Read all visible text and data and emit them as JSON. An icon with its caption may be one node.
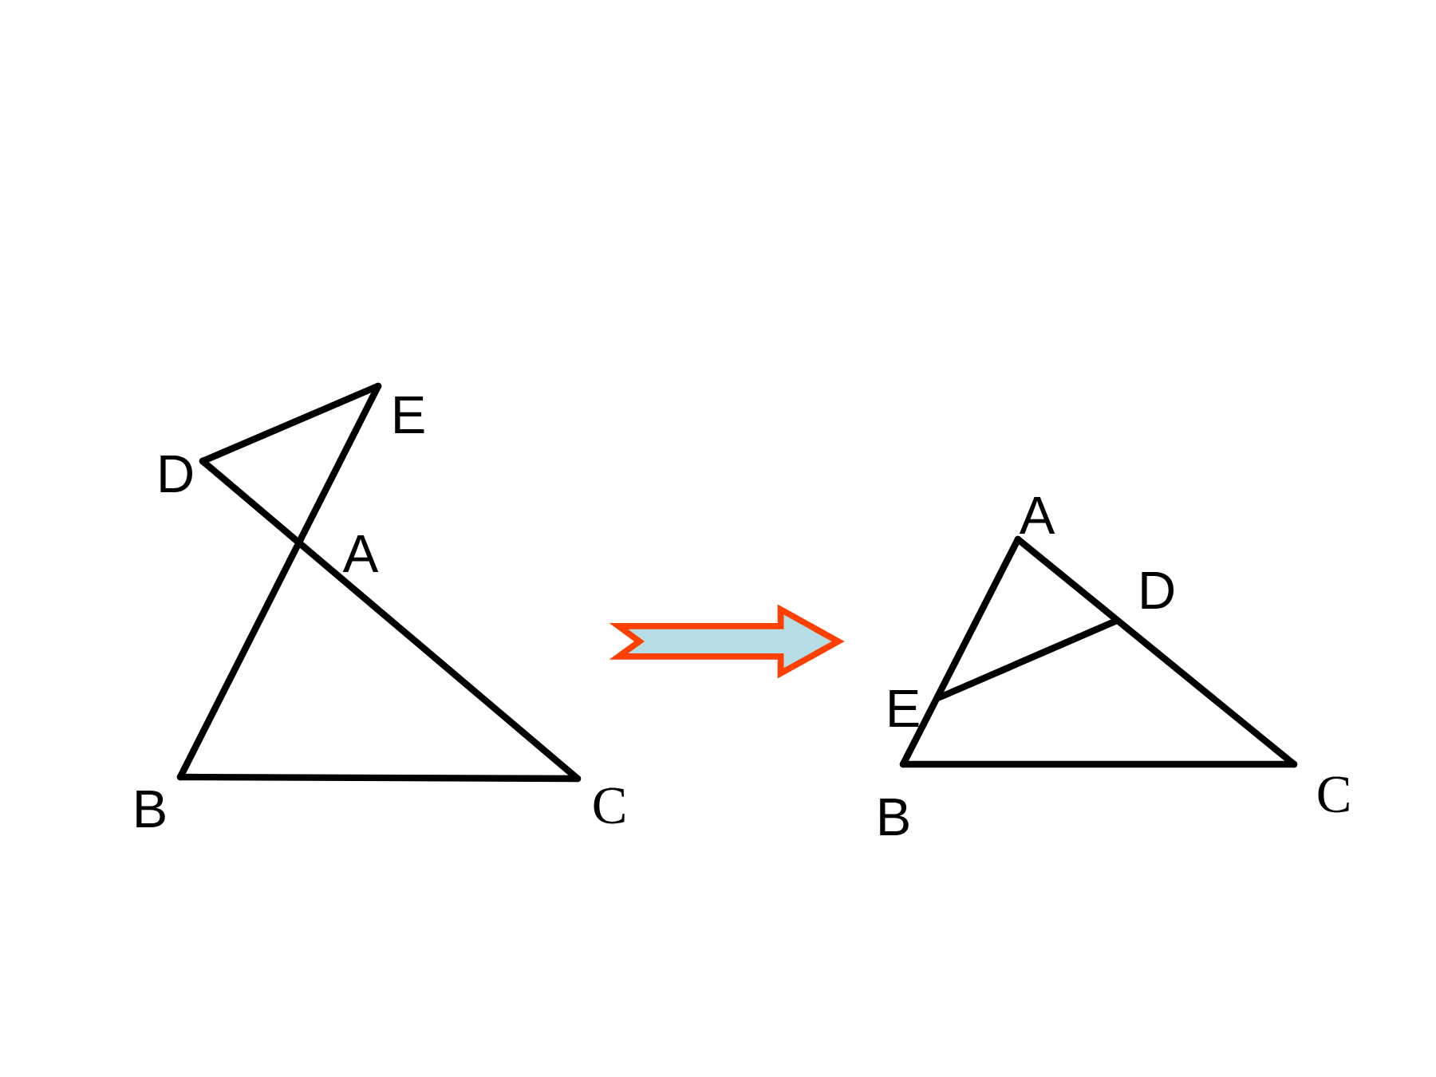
{
  "diagram": {
    "nodes": [
      {
        "text": [],
        "shape": "picture"
      },
      {
        "text": [],
        "shape": "picture"
      }
    ],
    "edges": [
      {
        "from": 0,
        "to": 1,
        "arrow": "to"
      }
    ],
    "labels": [
      "E",
      "D",
      "A",
      "B",
      "C",
      "A",
      "D",
      "E",
      "B",
      "C"
    ]
  }
}
